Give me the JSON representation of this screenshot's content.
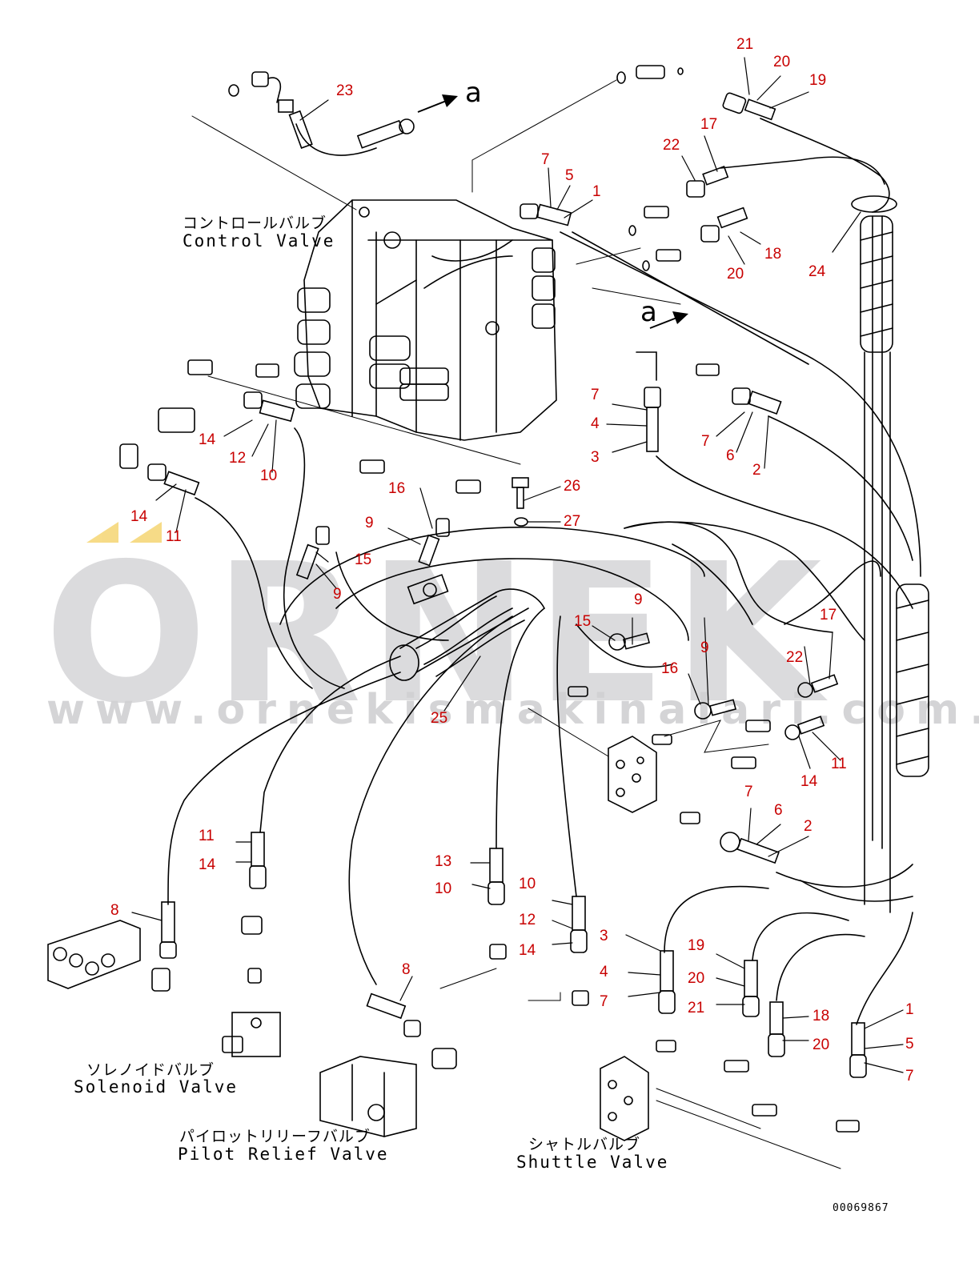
{
  "watermark": {
    "brand": "ORNEK",
    "url": "www.ornekismakinalari.com.tr",
    "accent_color": "#f5d36a",
    "text_color": "#d4d4d6"
  },
  "components": {
    "control_valve": {
      "jp": "コントロールバルブ",
      "en": "Control Valve"
    },
    "solenoid_valve": {
      "jp": "ソレノイドバルブ",
      "en": "Solenoid Valve"
    },
    "pilot_relief_valve": {
      "jp": "パイロットリリーフバルブ",
      "en": "Pilot Relief Valve"
    },
    "shuttle_valve": {
      "jp": "シャトルバルブ",
      "en": "Shuttle Valve"
    }
  },
  "view_markers": {
    "a_upper": "a",
    "a_lower": "a"
  },
  "drawing_number": "00069867",
  "callout_color": "#c80000",
  "callouts": {
    "c1": "21",
    "c2": "20",
    "c3": "19",
    "c4": "23",
    "c5": "17",
    "c6": "22",
    "c7": "7",
    "c8": "5",
    "c9": "1",
    "c10": "18",
    "c11": "20",
    "c12": "24",
    "c13": "7",
    "c14": "4",
    "c15": "3",
    "c16": "7",
    "c17": "6",
    "c18": "2",
    "c19": "14",
    "c20": "12",
    "c21": "10",
    "c22": "14",
    "c23": "11",
    "c24": "16",
    "c25": "9",
    "c26": "26",
    "c27": "27",
    "c28": "15",
    "c29": "9",
    "c30": "9",
    "c31": "15",
    "c32": "9",
    "c33": "16",
    "c34": "22",
    "c35": "17",
    "c36": "25",
    "c37": "11",
    "c38": "14",
    "c39": "7",
    "c40": "6",
    "c41": "2",
    "c42": "11",
    "c43": "14",
    "c44": "8",
    "c45": "13",
    "c46": "10",
    "c47": "10",
    "c48": "12",
    "c49": "14",
    "c50": "3",
    "c51": "4",
    "c52": "7",
    "c53": "19",
    "c54": "20",
    "c55": "21",
    "c56": "18",
    "c57": "20",
    "c58": "1",
    "c59": "5",
    "c60": "7",
    "c61": "8"
  }
}
